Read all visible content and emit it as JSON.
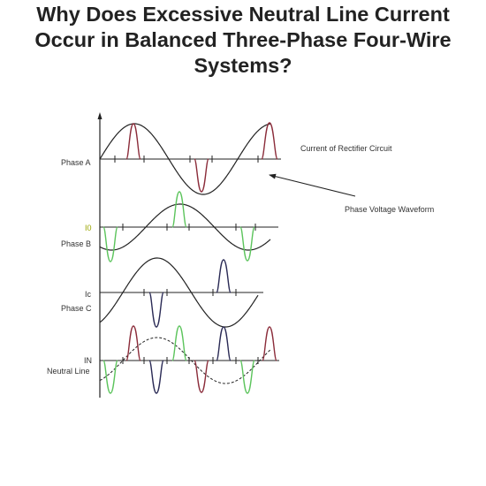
{
  "title": {
    "line1": "Why Does Excessive Neutral Line Current",
    "line2": "Occur in Balanced Three-Phase Four-Wire",
    "line3": "Systems?"
  },
  "labels": {
    "phase_a": "Phase A",
    "phase_b": "Phase B",
    "phase_c": "Phase C",
    "neutral": "Neutral Line",
    "i0": "I0",
    "ic": "Ic",
    "in": "IN",
    "rectifier_current": "Current of Rectifier Circuit",
    "voltage_waveform": "Phase Voltage Waveform"
  },
  "colors": {
    "phase_a_pulse": "#8b2c3a",
    "phase_b_pulse": "#5cc45c",
    "phase_c_pulse": "#2a2a55",
    "i0_label": "#9aa500",
    "waveform": "#222222"
  }
}
